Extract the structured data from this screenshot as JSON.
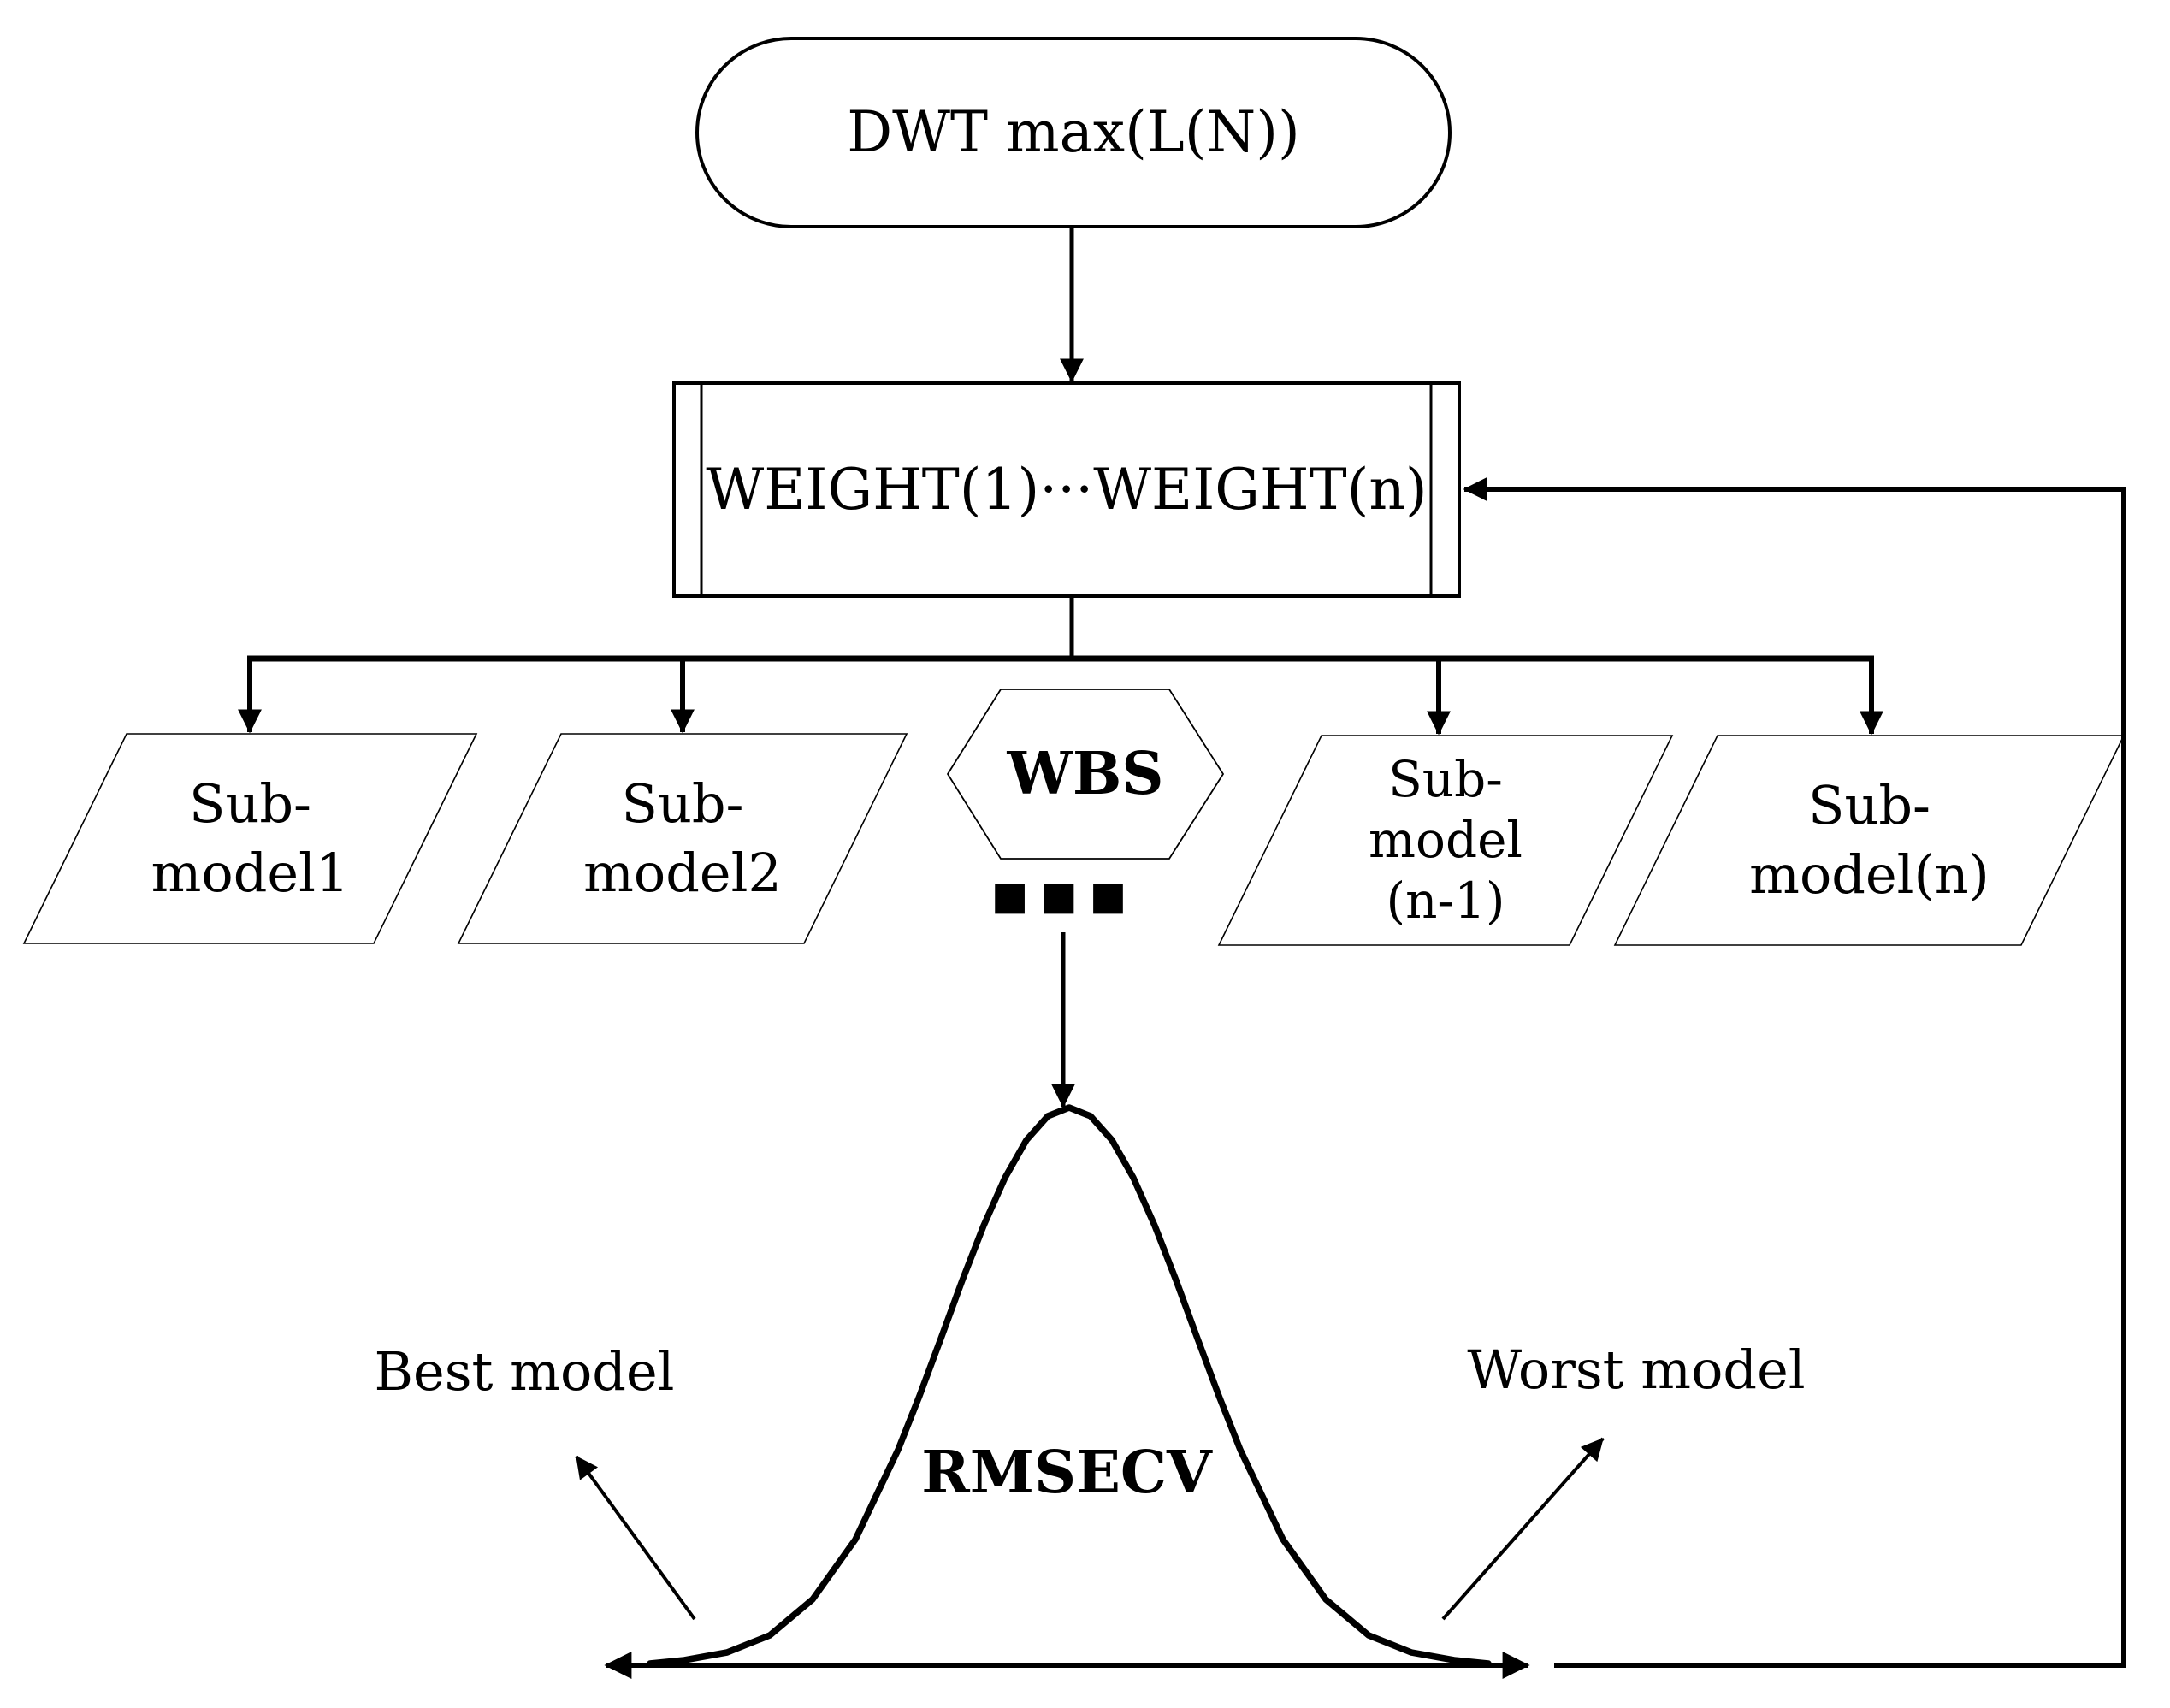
{
  "diagram": {
    "nodes": {
      "start": {
        "label": "DWT max(L(N))",
        "shape": "terminator"
      },
      "weights": {
        "label": "WEIGHT(1)···WEIGHT(n)",
        "shape": "predefined-process"
      },
      "submodel1": {
        "lines": [
          "Sub-",
          "model1"
        ],
        "shape": "parallelogram"
      },
      "submodel2": {
        "lines": [
          "Sub-",
          "model2"
        ],
        "shape": "parallelogram"
      },
      "wbs": {
        "label": "WBS",
        "shape": "hexagon"
      },
      "submodel_n_minus_1": {
        "lines": [
          "Sub-",
          "model",
          "(n-1)"
        ],
        "shape": "parallelogram"
      },
      "submodel_n": {
        "lines": [
          "Sub-",
          "model(n)"
        ],
        "shape": "parallelogram"
      }
    },
    "labels": {
      "ellipsis": "▪▪▪",
      "best_model": "Best model",
      "worst_model": "Worst model",
      "rmsecv": "RMSECV"
    },
    "colors": {
      "ink": "#000000",
      "background": "#ffffff"
    }
  }
}
